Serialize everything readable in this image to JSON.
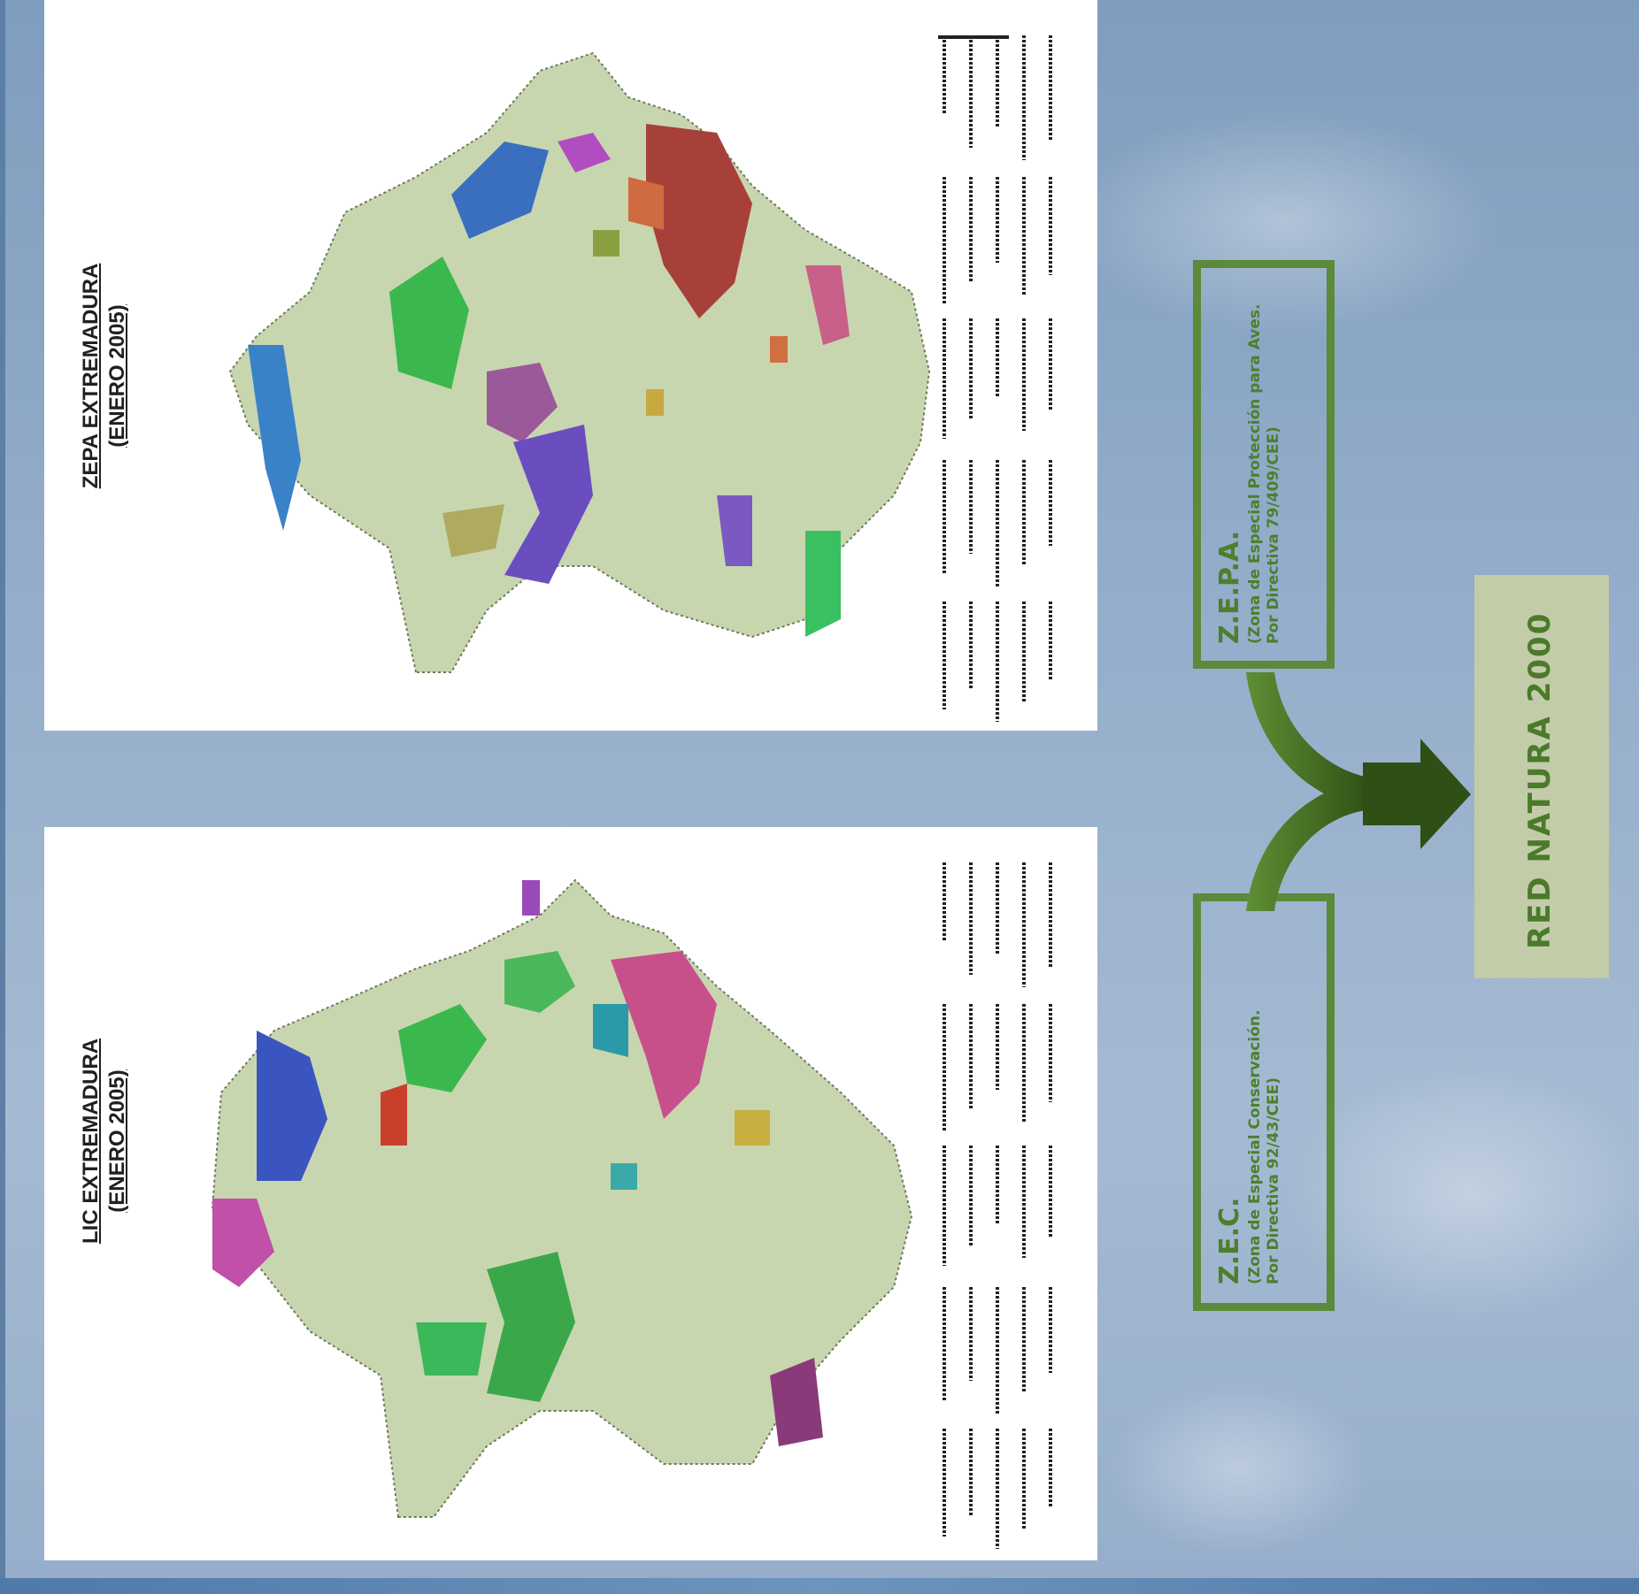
{
  "zepa_map": {
    "title_line1": "ZEPA EXTREMADURA",
    "title_line2": "(ENERO 2005)"
  },
  "lic_map": {
    "title_line1": "LIC EXTREMADURA",
    "title_line2": "(ENERO 2005)"
  },
  "zepa_box": {
    "heading": "Z.E.P.A.",
    "desc_line1": "(Zona de Especial Protección para Aves.",
    "desc_line2": "Por Directiva 79/409/CEE)"
  },
  "zec_box": {
    "heading": "Z.E.C.",
    "desc_line1": "(Zona de Especial Conservación.",
    "desc_line2": "Por Directiva 92/43/CEE)"
  },
  "result": {
    "label": "RED NATURA 2000"
  },
  "colors": {
    "box_border": "#5a8a3a",
    "text_green": "#4d7f2d",
    "arrow_green": "#4f7a2c",
    "result_bg": "#c3cca8",
    "land": "#c8d6b0"
  }
}
